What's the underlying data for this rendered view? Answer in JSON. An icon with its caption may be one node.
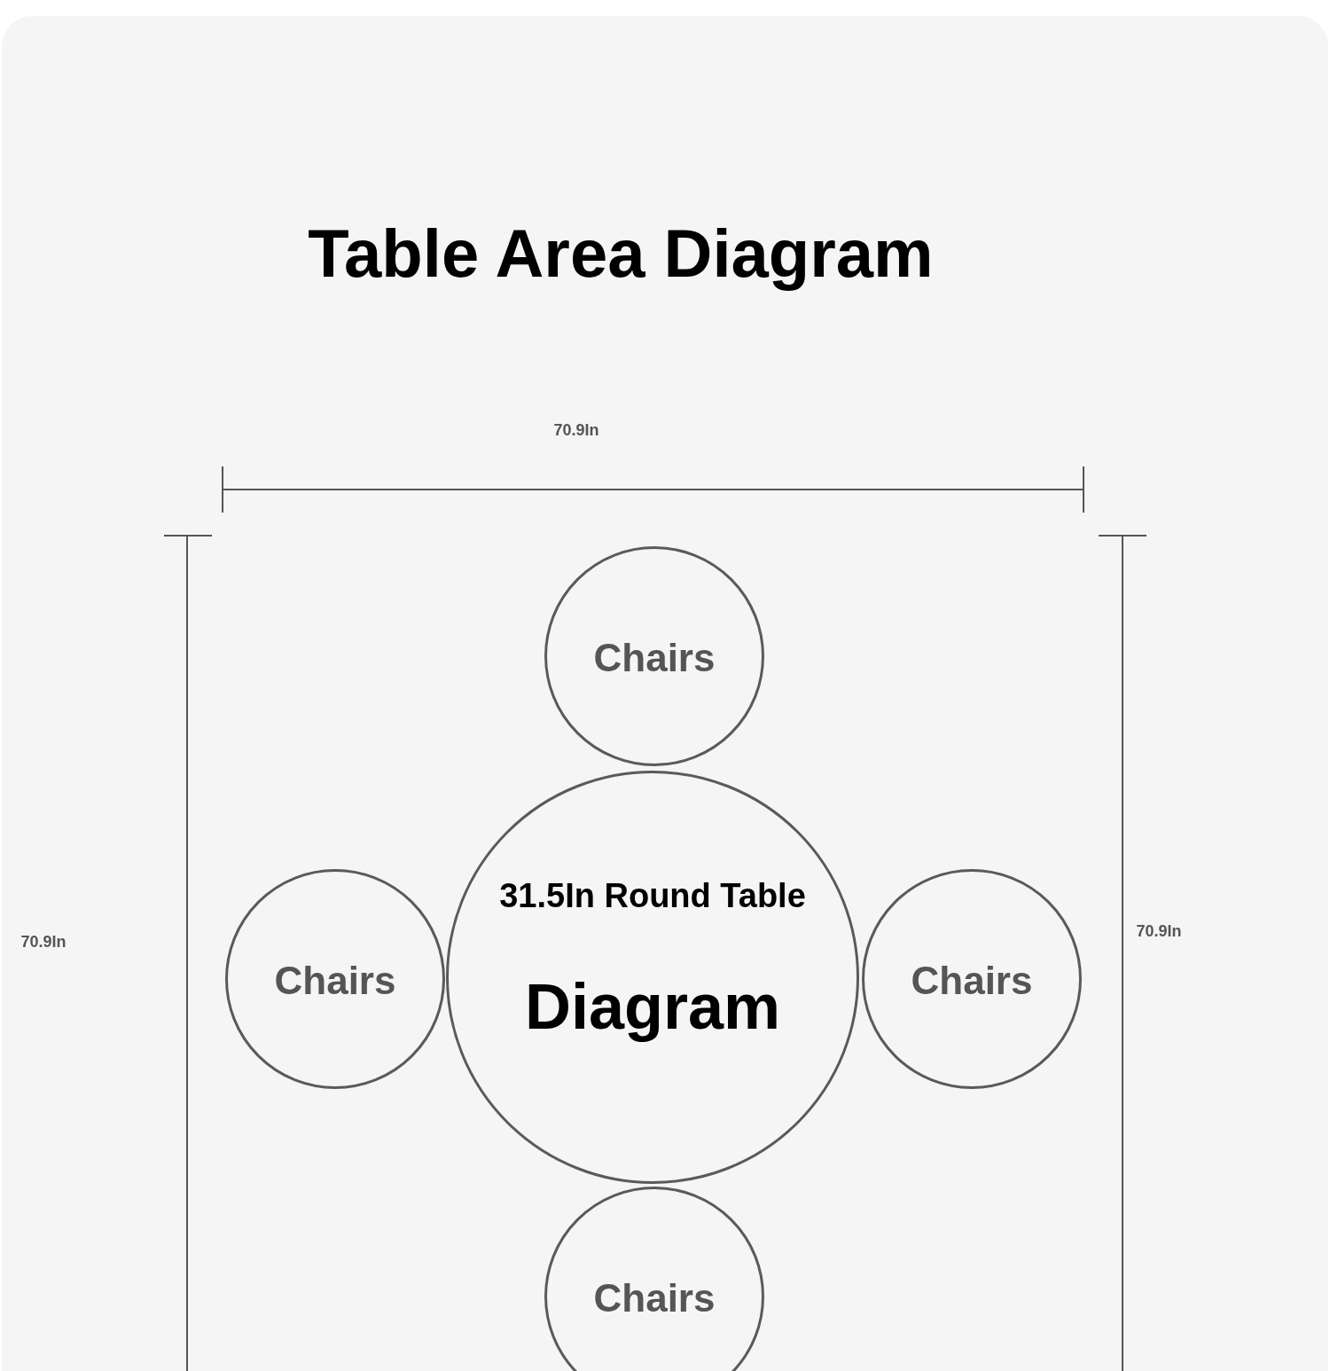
{
  "diagram": {
    "title": "Table Area Diagram",
    "nodes": [
      {
        "text": [
          "Chairs"
        ]
      },
      {
        "text": [
          "Chairs"
        ]
      },
      {
        "text": [
          "31.5In Round Table",
          "Diagram"
        ]
      },
      {
        "text": [
          "Chairs"
        ]
      },
      {
        "text": [
          "Chairs"
        ]
      }
    ],
    "labels": [
      "70.9In",
      "70.9In",
      "70.9In"
    ]
  }
}
